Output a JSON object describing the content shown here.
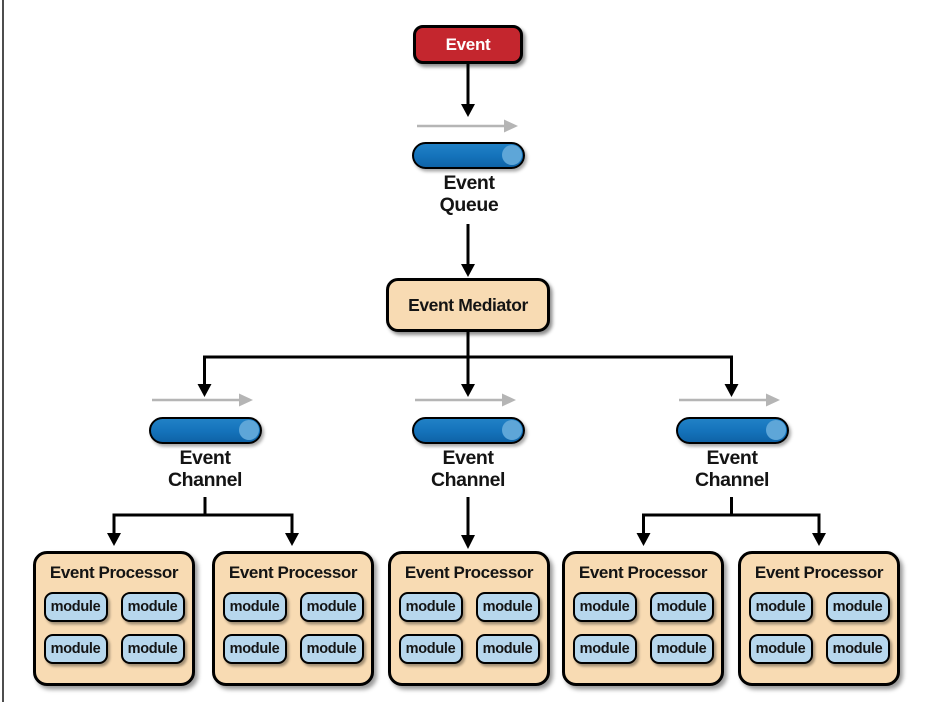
{
  "colors": {
    "event_red": "#c4262e",
    "box_tan": "#f8dbb3",
    "module_blue": "#b7d7ed",
    "cylinder_blue_top": "#2181c6",
    "cylinder_blue": "#1472ba",
    "cylinder_blue_bottom": "#0f63a6",
    "cylinder_highlight": "#5ea6d8",
    "connector_black": "#000000",
    "flow_arrow_gray": "#b5b5b5"
  },
  "nodes": {
    "event": {
      "label": "Event"
    },
    "event_queue": {
      "label": "Event\nQueue"
    },
    "event_mediator": {
      "label": "Event Mediator"
    },
    "channels": [
      {
        "label": "Event\nChannel"
      },
      {
        "label": "Event\nChannel"
      },
      {
        "label": "Event\nChannel"
      }
    ],
    "processors": [
      {
        "title": "Event Processor",
        "modules": [
          "module",
          "module",
          "module",
          "module"
        ]
      },
      {
        "title": "Event Processor",
        "modules": [
          "module",
          "module",
          "module",
          "module"
        ]
      },
      {
        "title": "Event Processor",
        "modules": [
          "module",
          "module",
          "module",
          "module"
        ]
      },
      {
        "title": "Event Processor",
        "modules": [
          "module",
          "module",
          "module",
          "module"
        ]
      },
      {
        "title": "Event Processor",
        "modules": [
          "module",
          "module",
          "module",
          "module"
        ]
      }
    ]
  }
}
